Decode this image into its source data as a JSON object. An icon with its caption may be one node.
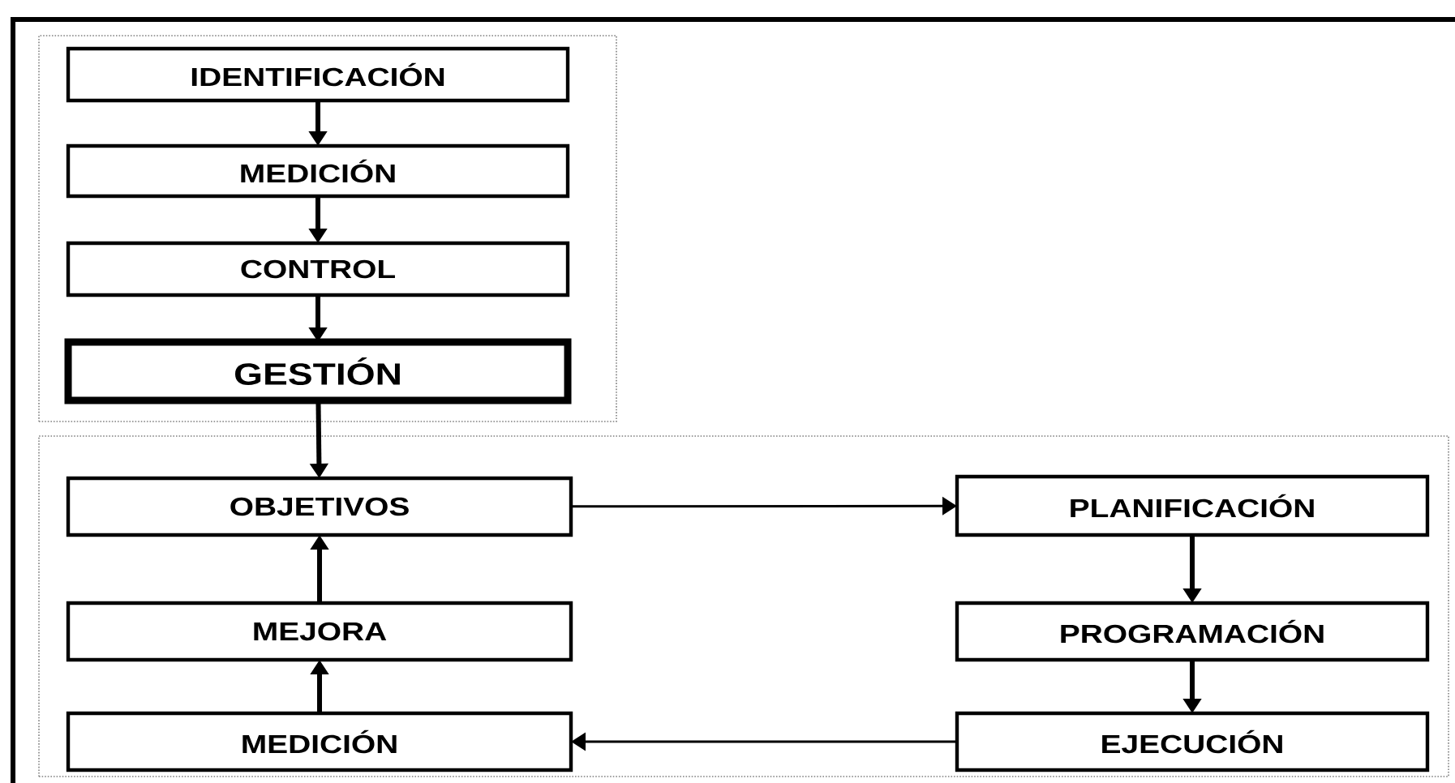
{
  "diagram": {
    "nodes": [
      {
        "text": [],
        "shape": "box"
      },
      {
        "text": [
          "IDENTIFICACIÓN"
        ],
        "in": 0
      },
      {
        "text": [
          "MEDICIÓN"
        ],
        "in": 0
      },
      {
        "text": [
          "CONTROL"
        ],
        "in": 0
      },
      {
        "text": [
          "GESTIÓN"
        ],
        "in": 0
      },
      {
        "text": [],
        "shape": "box"
      },
      {
        "text": [
          "OBJETIVOS"
        ],
        "in": 5
      },
      {
        "text": [
          "PLANIFICACIÓN"
        ],
        "in": 5
      },
      {
        "text": [
          "MEJORA"
        ],
        "in": 5
      },
      {
        "text": [
          "PROGRAMACIÓN"
        ],
        "in": 5
      },
      {
        "text": [
          "MEDICIÓN"
        ],
        "in": 5
      },
      {
        "text": [
          "EJECUCIÓN"
        ],
        "in": 5
      }
    ],
    "edges": [
      {
        "from": 1,
        "to": 2,
        "arrow": "to"
      },
      {
        "from": 2,
        "to": 3,
        "arrow": "to"
      },
      {
        "from": 3,
        "to": 4,
        "arrow": "to"
      },
      {
        "from": 4,
        "to": 6,
        "arrow": "to"
      },
      {
        "from": 6,
        "to": 7,
        "arrow": "to"
      },
      {
        "from": 7,
        "to": 9,
        "arrow": "to"
      },
      {
        "from": 9,
        "to": 11,
        "arrow": "to"
      },
      {
        "from": 11,
        "to": 10,
        "arrow": "to"
      },
      {
        "from": 10,
        "to": 8,
        "arrow": "to"
      },
      {
        "from": 8,
        "to": 6,
        "arrow": "to"
      }
    ]
  }
}
